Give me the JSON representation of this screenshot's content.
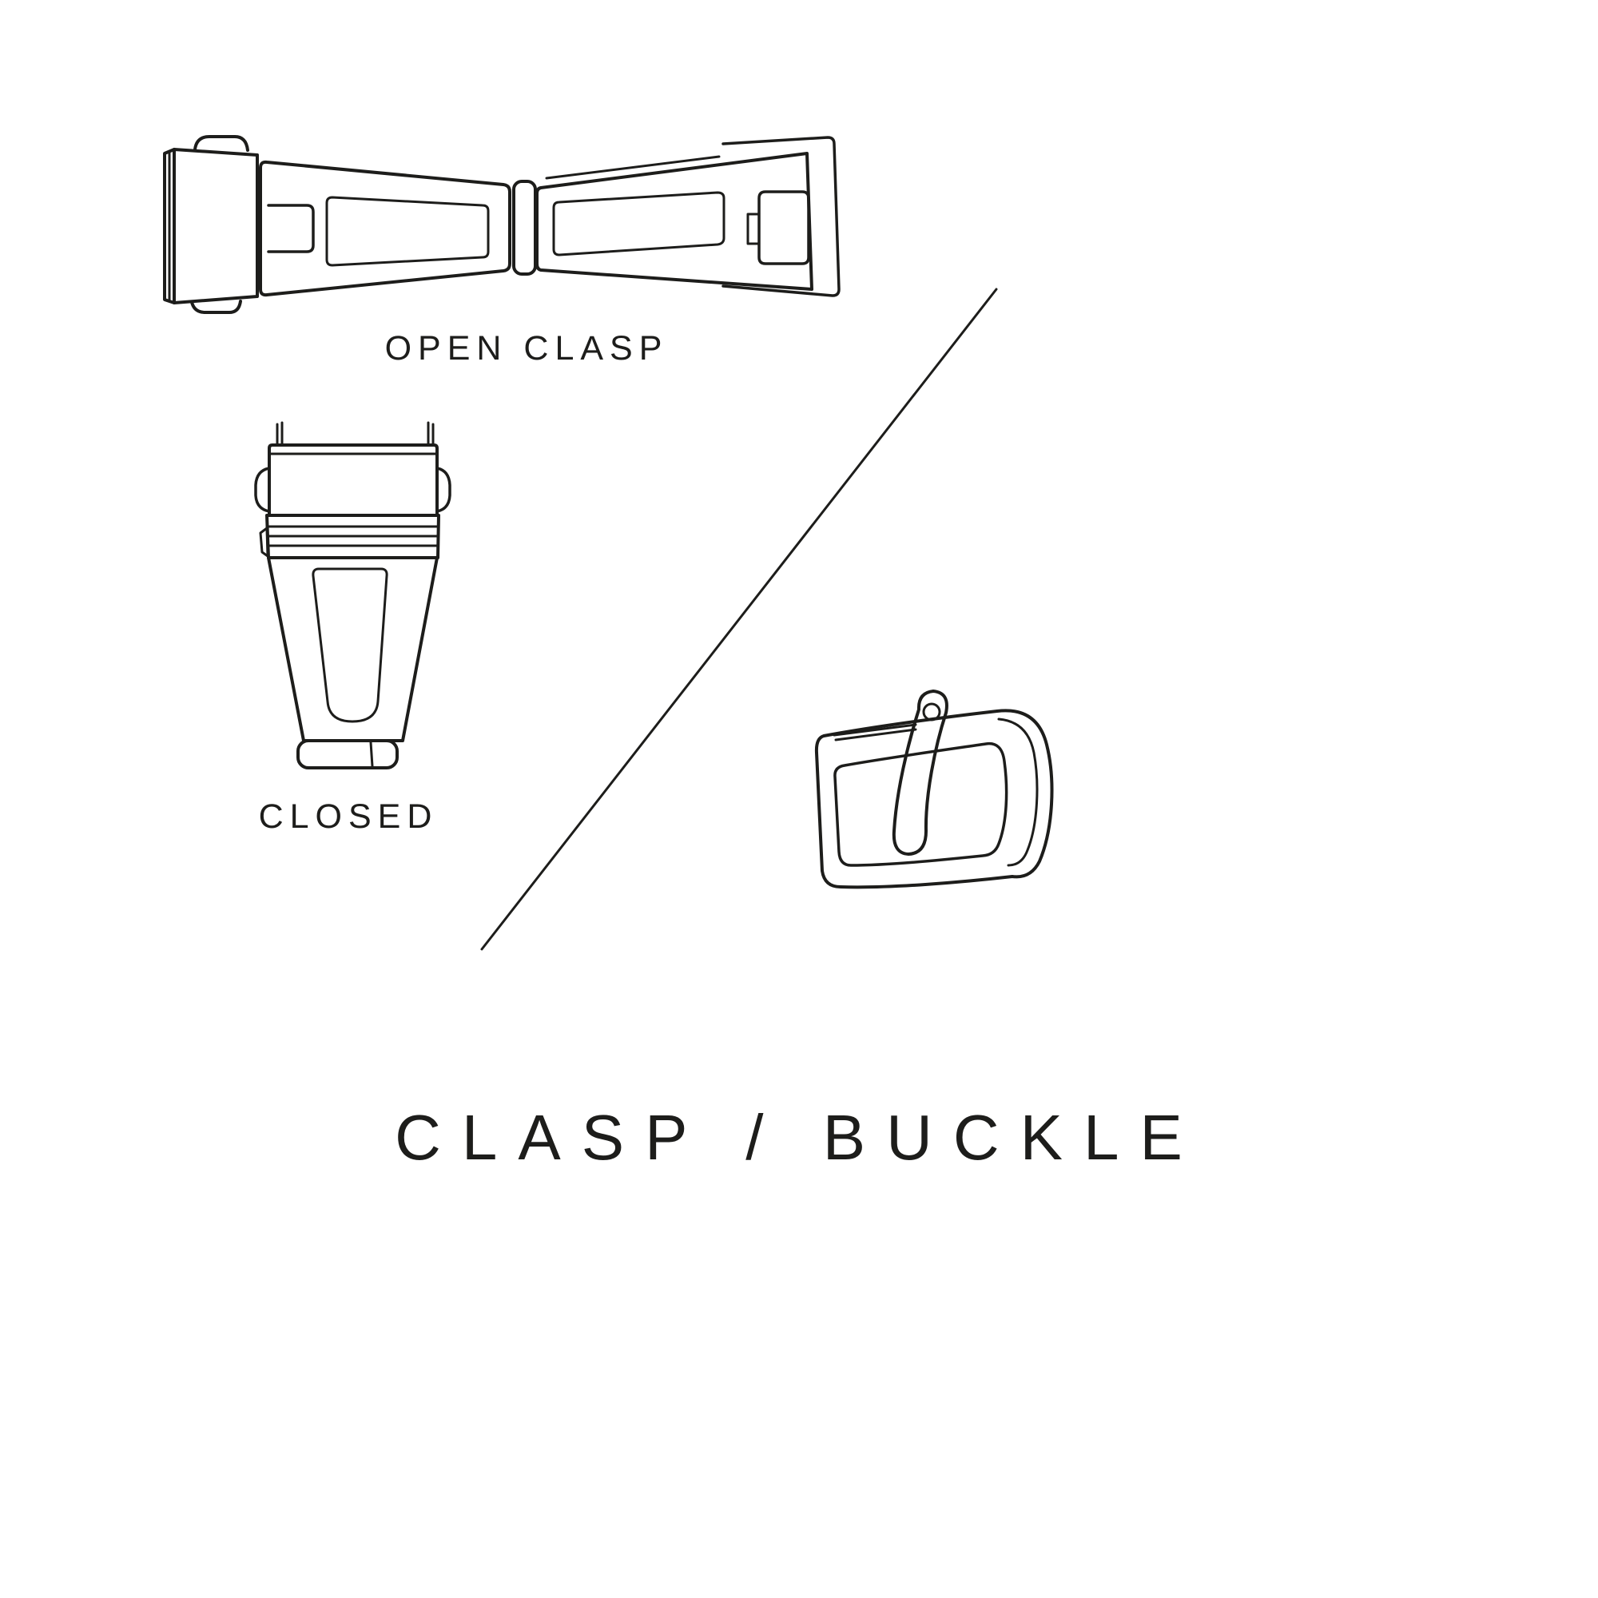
{
  "title": "CLASP / BUCKLE",
  "labels": {
    "open_clasp": "OPEN CLASP",
    "closed": "CLOSED"
  },
  "colors": {
    "line": "#1d1d1b",
    "background": "#ffffff"
  }
}
